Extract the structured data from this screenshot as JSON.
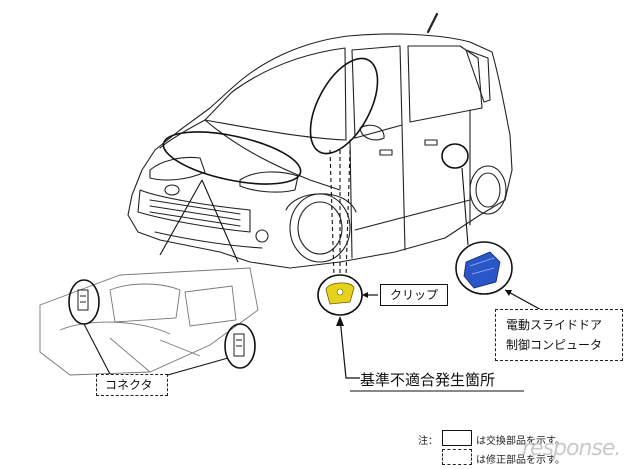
{
  "labels": {
    "clip": "クリップ",
    "controller_line1": "電動スライドドア",
    "controller_line2": "制御コンピュータ",
    "connector": "コネクタ",
    "defect": "基準不適合発生箇所"
  },
  "legend": {
    "prefix": "注：",
    "replaced": "は交換部品を示す。",
    "modified": "は修正部品を示す。"
  },
  "watermark": "response.",
  "colors": {
    "clip": "#e6d21a",
    "controller": "#2a56c8",
    "line": "#111111"
  }
}
